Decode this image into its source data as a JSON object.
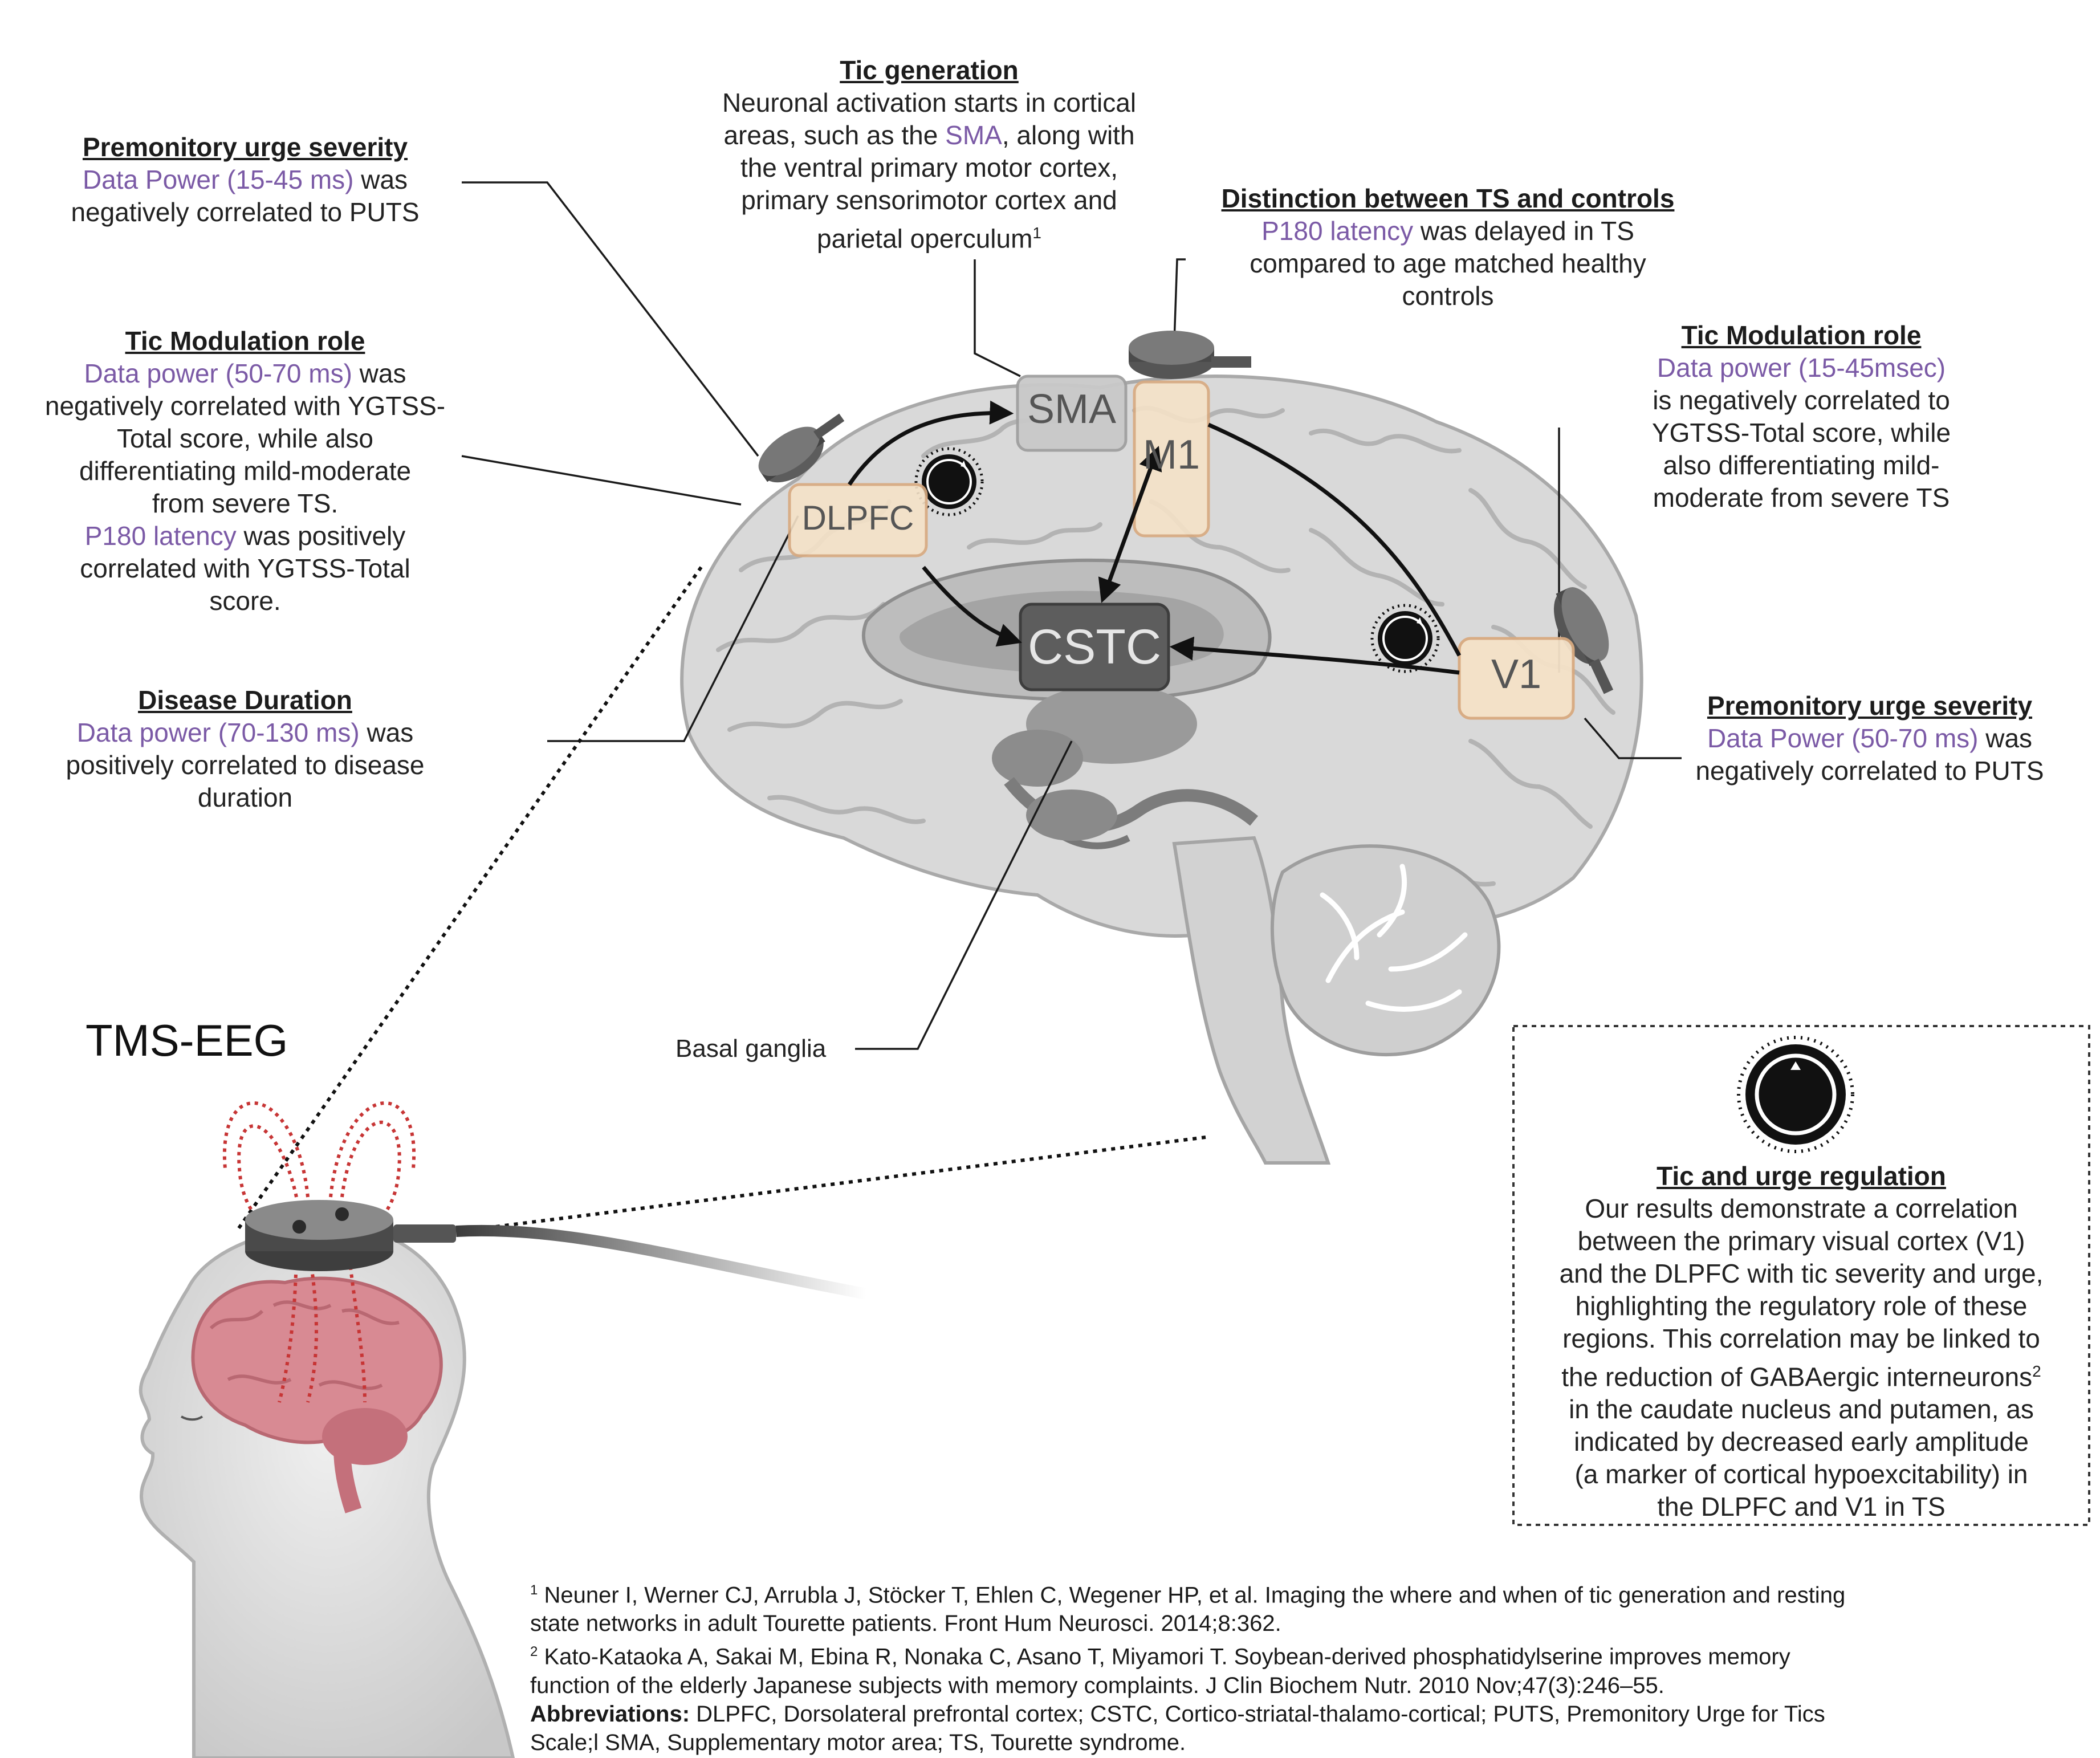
{
  "title": "TMS-EEG",
  "regions": {
    "sma": "SMA",
    "m1": "M1",
    "dlpfc": "DLPFC",
    "cstc": "CSTC",
    "v1": "V1"
  },
  "basal_ganglia_label": "Basal ganglia",
  "callouts": {
    "tic_generation": {
      "heading": "Tic generation",
      "l1": "Neuronal activation starts in cortical",
      "l2a": "areas, such as the ",
      "l2b": "SMA",
      "l2c": ", along with",
      "l3": "the ventral primary motor cortex,",
      "l4": "primary sensorimotor cortex and",
      "l5": "parietal operculum",
      "l5sup": "1"
    },
    "distinction": {
      "heading": "Distinction between TS and controls",
      "l1a": "P180 latency",
      "l1b": " was delayed in TS",
      "l2": "compared to age matched healthy",
      "l3": "controls"
    },
    "urge_left": {
      "heading": "Premonitory urge severity",
      "l1a": "Data Power (15-45 ms)",
      "l1b": " was",
      "l2": "negatively correlated to PUTS"
    },
    "tic_mod_left": {
      "heading": "Tic Modulation role",
      "l1a": "Data power (50-70 ms)",
      "l1b": " was",
      "l2": "negatively correlated with YGTSS-",
      "l3": "Total score, while also",
      "l4": "differentiating mild-moderate",
      "l5": "from severe TS.",
      "l6a": "P180 latency",
      "l6b": " was positively",
      "l7": "correlated with YGTSS-Total",
      "l8": "score."
    },
    "disease_duration": {
      "heading": "Disease Duration",
      "l1a": "Data power (70-130 ms)",
      "l1b": " was",
      "l2": "positively correlated to disease",
      "l3": "duration"
    },
    "tic_mod_right": {
      "heading": "Tic Modulation role",
      "l1": "Data power (15-45msec)",
      "l2": "is negatively correlated to",
      "l3": "YGTSS-Total score, while",
      "l4": "also differentiating mild-",
      "l5": "moderate from severe TS"
    },
    "urge_right": {
      "heading": "Premonitory urge severity",
      "l1a": "Data Power (50-70 ms)",
      "l1b": " was",
      "l2": "negatively correlated to PUTS"
    },
    "regulation": {
      "heading": "Tic and urge regulation",
      "l1": "Our results demonstrate a correlation",
      "l2": "between the primary visual cortex (V1)",
      "l3": "and the DLPFC with tic severity and urge,",
      "l4": "highlighting the regulatory role of these",
      "l5": "regions. This correlation may be linked to",
      "l6": "the reduction of GABAergic interneurons",
      "l6sup": "2",
      "l7": "in the caudate nucleus and putamen, as",
      "l8": "indicated by decreased early amplitude",
      "l9": "(a marker of cortical hypoexcitability) in",
      "l10": "the DLPFC and V1 in TS"
    }
  },
  "references": {
    "r1sup": "1",
    "r1a": " Neuner I, Werner CJ, Arrubla J, Stöcker T, Ehlen C, Wegener HP, et al. Imaging the where and when of tic generation and resting",
    "r1b": "state networks in adult Tourette patients. Front Hum Neurosci. 2014;8:362.",
    "r2sup": "2",
    "r2a": " Kato-Kataoka A, Sakai M, Ebina R, Nonaka C, Asano T, Miyamori T. Soybean-derived phosphatidylserine improves memory",
    "r2b": "function of the elderly Japanese subjects with memory complaints. J Clin Biochem Nutr. 2010 Nov;47(3):246–55.",
    "abbr_label": "Abbreviations:",
    "abbr_a": " DLPFC, Dorsolateral prefrontal cortex; CSTC, Cortico-striatal-thalamo-cortical; PUTS, Premonitory Urge for Tics",
    "abbr_b": "Scale;l SMA, Supplementary motor area; TS, Tourette syndrome."
  },
  "colors": {
    "purple_text": "#7b5aa6",
    "region_box_fill": "#f5e2c8",
    "region_box_stroke": "#d8aa80",
    "brain_gray": "#d6d6d6",
    "head_brain_pink": "#d88a93",
    "coil_dots_red": "#c73535"
  }
}
